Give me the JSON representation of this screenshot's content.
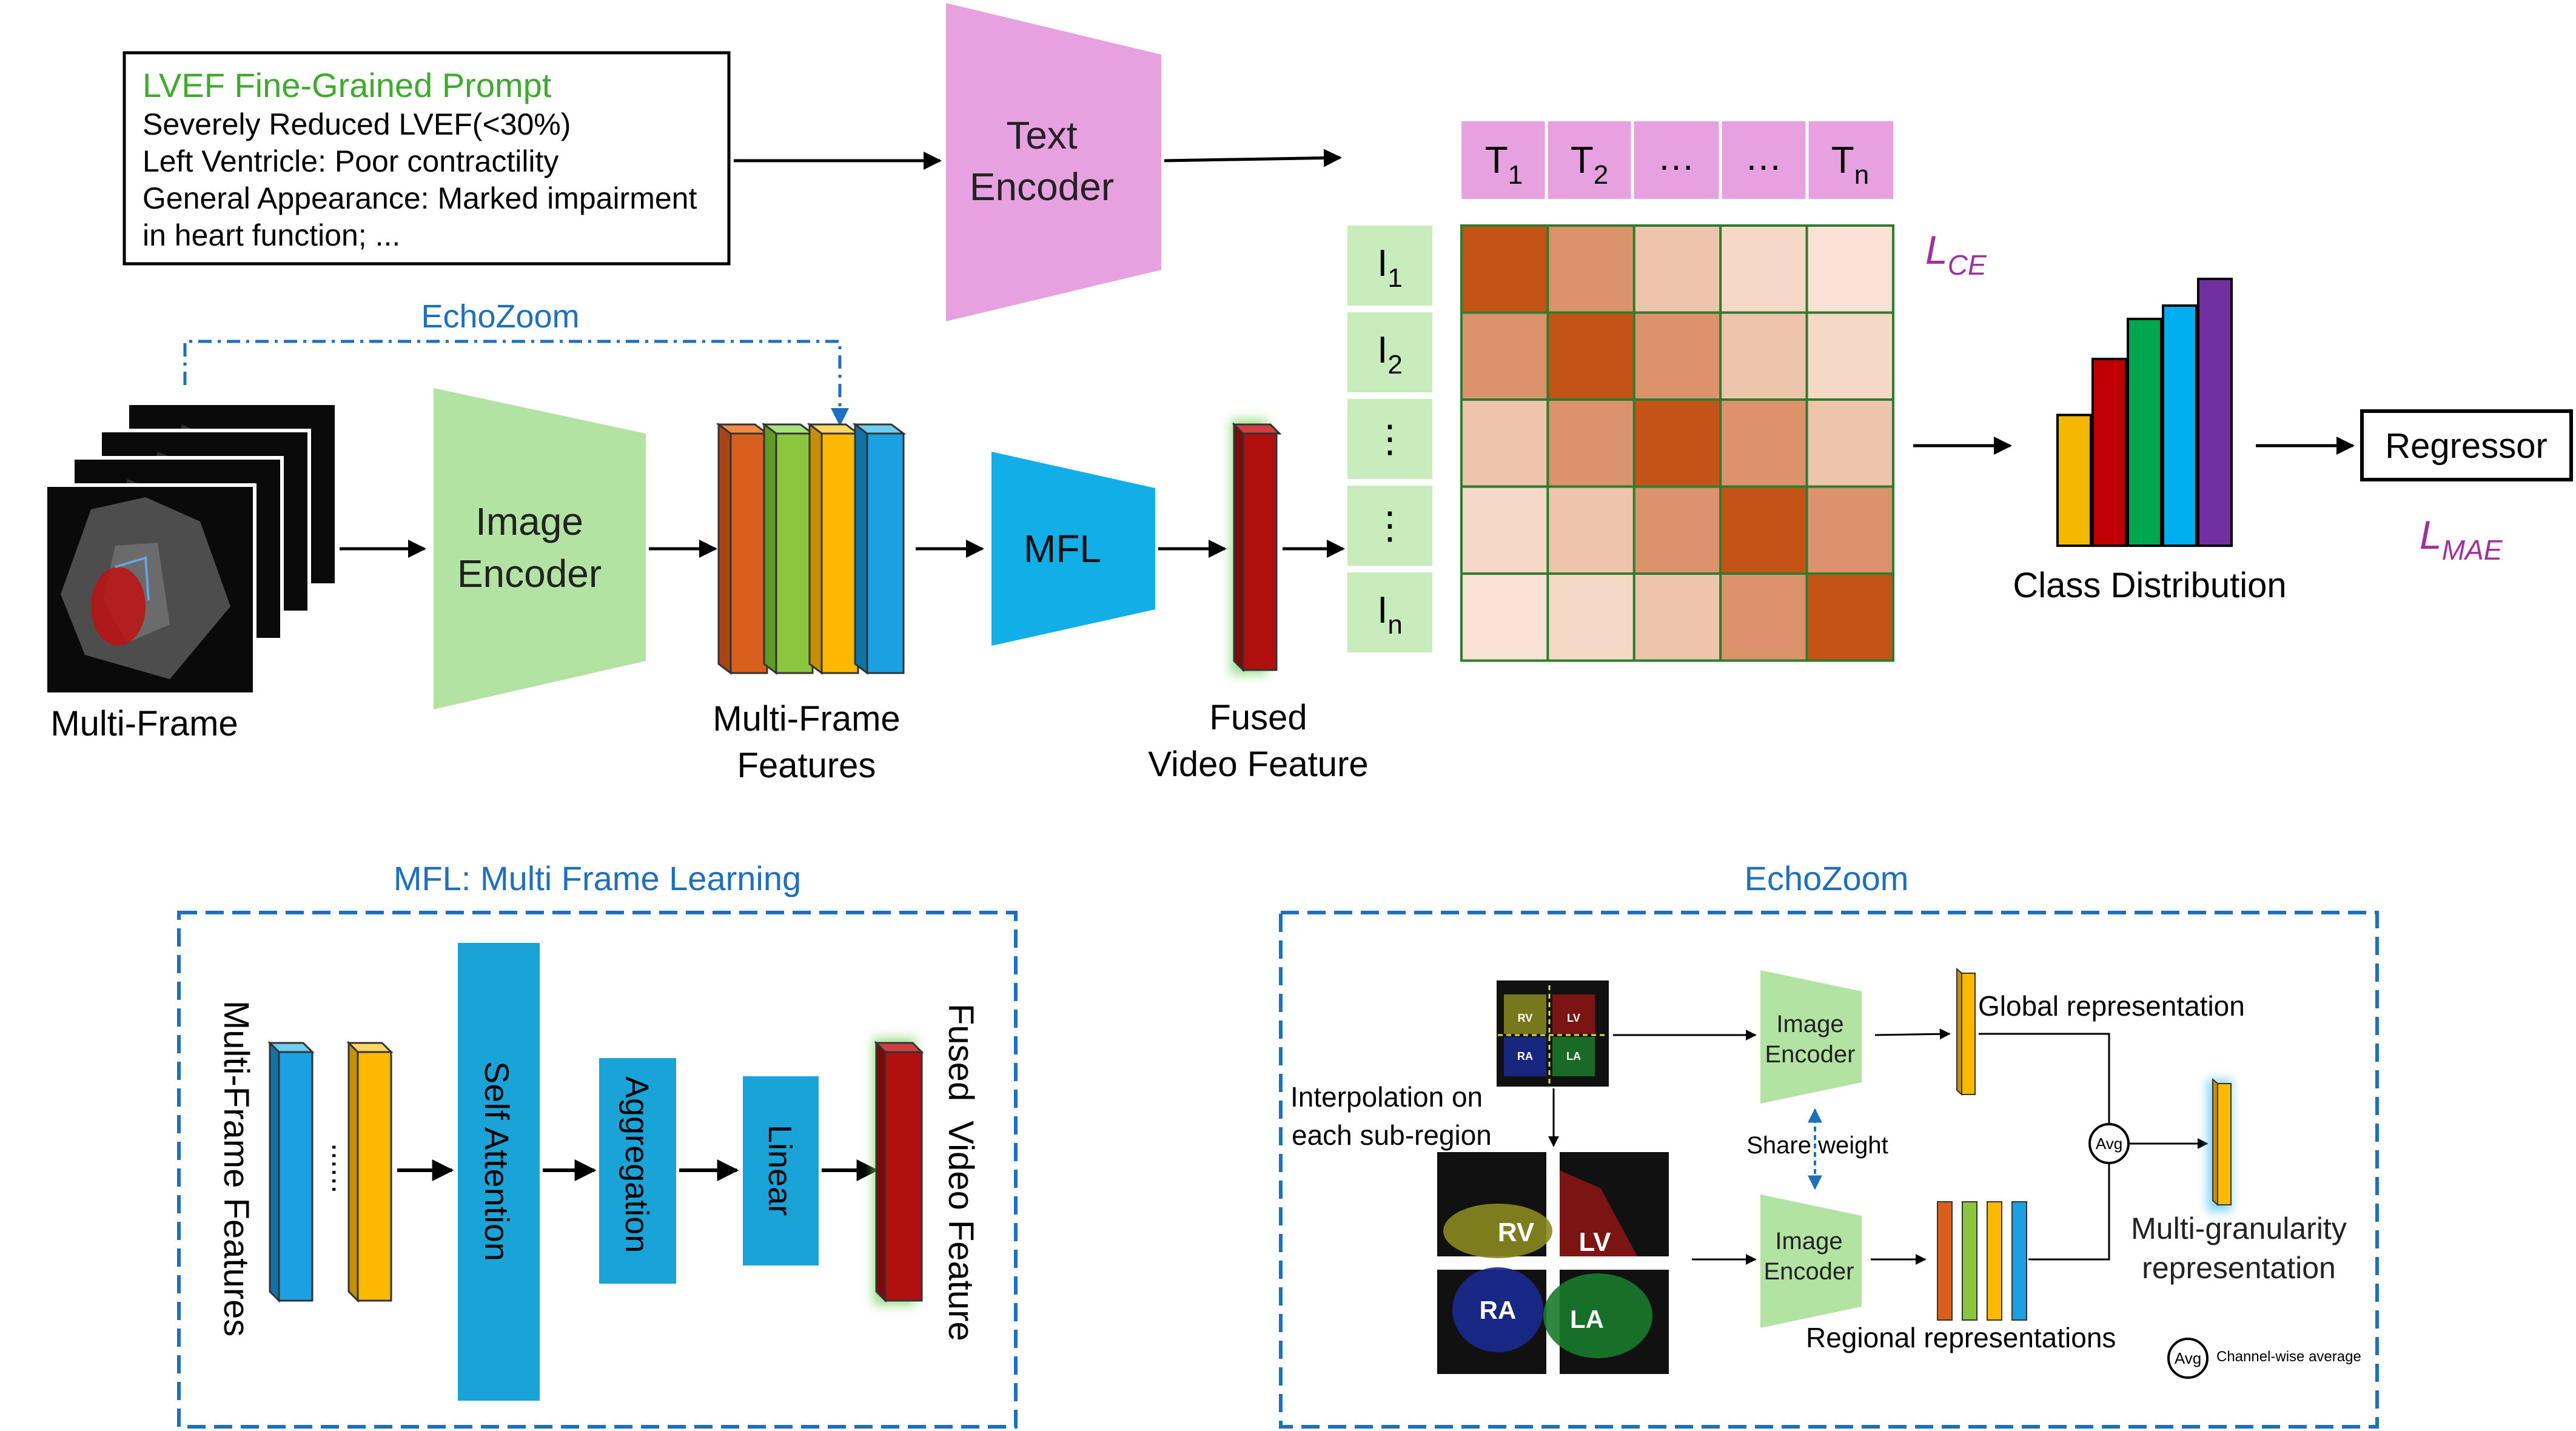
{
  "prompt": {
    "title": "LVEF Fine-Grained Prompt",
    "lines": [
      "Severely Reduced LVEF(<30%)",
      "Left Ventricle: Poor contractility",
      "General Appearance: Marked impairment",
      "in heart function; ..."
    ]
  },
  "text_encoder": {
    "line1": "Text",
    "line2": "Encoder"
  },
  "image_encoder": {
    "line1": "Image",
    "line2": "Encoder"
  },
  "mfl_block": {
    "label": "MFL"
  },
  "echozoom_link": {
    "label": "EchoZoom"
  },
  "labels": {
    "multi_frame": "Multi-Frame",
    "multi_frame_features_line1": "Multi-Frame",
    "multi_frame_features_line2": "Features",
    "fused_line1": "Fused",
    "fused_line2": "Video Feature",
    "class_distribution": "Class Distribution",
    "regressor": "Regressor"
  },
  "text_tokens": [
    {
      "base": "T",
      "sub": "1"
    },
    {
      "base": "T",
      "sub": "2"
    },
    {
      "base": "…",
      "sub": ""
    },
    {
      "base": "…",
      "sub": ""
    },
    {
      "base": "T",
      "sub": "n"
    }
  ],
  "image_tokens": [
    {
      "base": "I",
      "sub": "1"
    },
    {
      "base": "I",
      "sub": "2"
    },
    {
      "base": "⋮",
      "sub": ""
    },
    {
      "base": "⋮",
      "sub": ""
    },
    {
      "base": "I",
      "sub": "n"
    }
  ],
  "losses": {
    "ce": {
      "base": "L",
      "sub": "CE"
    },
    "mae": {
      "base": "L",
      "sub": "MAE"
    }
  },
  "similarity_matrix": [
    [
      1.0,
      0.45,
      0.2,
      0.1,
      0.05
    ],
    [
      0.45,
      1.0,
      0.45,
      0.2,
      0.1
    ],
    [
      0.2,
      0.45,
      1.0,
      0.45,
      0.2
    ],
    [
      0.1,
      0.2,
      0.45,
      1.0,
      0.45
    ],
    [
      0.05,
      0.1,
      0.2,
      0.45,
      1.0
    ]
  ],
  "class_distribution_bars": [
    {
      "color": "#f5b800",
      "value": 0.49
    },
    {
      "color": "#c00000",
      "value": 0.7
    },
    {
      "color": "#00a650",
      "value": 0.85
    },
    {
      "color": "#00aeef",
      "value": 0.9
    },
    {
      "color": "#7030a0",
      "value": 1.0
    }
  ],
  "mfl_panel": {
    "title": "MFL: Multi Frame Learning",
    "input_label": "Multi-Frame Features",
    "dots": "......",
    "self_attention": "Self Attention",
    "aggregation": "Aggregation",
    "linear": "Linear",
    "output_label": "Fused  Video Feature"
  },
  "echozoom_panel": {
    "title": "EchoZoom",
    "interp_line1": "Interpolation on",
    "interp_line2": "each sub-region",
    "encoder_line1": "Image",
    "encoder_line2": "Encoder",
    "share_weight": "Share weight",
    "global_rep": "Global representation",
    "regional_rep": "Regional representations",
    "multi_line1": "Multi-granularity",
    "multi_line2": "representation",
    "avg_badge": "Avg",
    "avg_legend": "Channel-wise average",
    "regions": {
      "rv": "RV",
      "lv": "LV",
      "ra": "RA",
      "la": "LA"
    }
  },
  "colors": {
    "prompt_title": "#3faa2e",
    "text_encoder": "#e8a1e0",
    "image_encoder": "#b3e3a3",
    "mfl": "#11aee8",
    "token": "#e8a1e0",
    "image_token": "#c8ecbc",
    "matrix_grid": "#2e7d2e",
    "loss": "#a030a0",
    "panel_title": "#1f6fbf",
    "panel_border": "#1f6fbf",
    "self_attention": "#1aa3d6"
  }
}
